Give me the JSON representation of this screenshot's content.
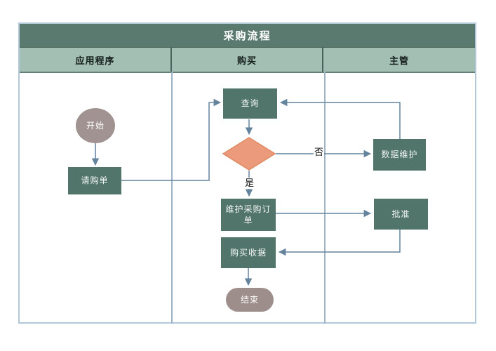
{
  "diagram": {
    "title": "采购流程",
    "lanes": [
      {
        "label": "应用程序"
      },
      {
        "label": "购买"
      },
      {
        "label": "主管"
      }
    ],
    "nodes": {
      "start": {
        "label": "开始",
        "type": "start",
        "lane": "应用程序"
      },
      "requisition": {
        "label": "请购单",
        "type": "process",
        "lane": "应用程序"
      },
      "query": {
        "label": "查询",
        "type": "process",
        "lane": "购买"
      },
      "decision": {
        "label": "",
        "type": "decision",
        "lane": "购买"
      },
      "maintain_po": {
        "label": "维护采购订单",
        "type": "process",
        "lane": "购买"
      },
      "purchase_receipt": {
        "label": "购买收据",
        "type": "process",
        "lane": "购买"
      },
      "end": {
        "label": "结束",
        "type": "end",
        "lane": "购买"
      },
      "data_maintenance": {
        "label": "数据维护",
        "type": "process",
        "lane": "主管"
      },
      "approve": {
        "label": "批准",
        "type": "process",
        "lane": "主管"
      }
    },
    "connections": [
      {
        "from": "开始",
        "to": "请购单",
        "label": ""
      },
      {
        "from": "请购单",
        "to": "查询",
        "label": ""
      },
      {
        "from": "查询",
        "to": "decision",
        "label": ""
      },
      {
        "from": "decision",
        "to": "数据维护",
        "label": "否"
      },
      {
        "from": "数据维护",
        "to": "查询",
        "label": ""
      },
      {
        "from": "decision",
        "to": "维护采购订单",
        "label": "是"
      },
      {
        "from": "维护采购订单",
        "to": "批准",
        "label": ""
      },
      {
        "from": "批准",
        "to": "购买收据",
        "label": ""
      },
      {
        "from": "购买收据",
        "to": "结束",
        "label": ""
      }
    ],
    "colors": {
      "title_bar": "#5b7a6f",
      "lane_header": "#a3beb3",
      "process_box": "#51756a",
      "terminal": "#a09391",
      "decision_fill": "#eb9b7c",
      "decision_stroke": "#df8a62",
      "connector": "#64839d",
      "lane_divider": "#9db4c7",
      "frame_border": "#b3c9d9"
    }
  }
}
